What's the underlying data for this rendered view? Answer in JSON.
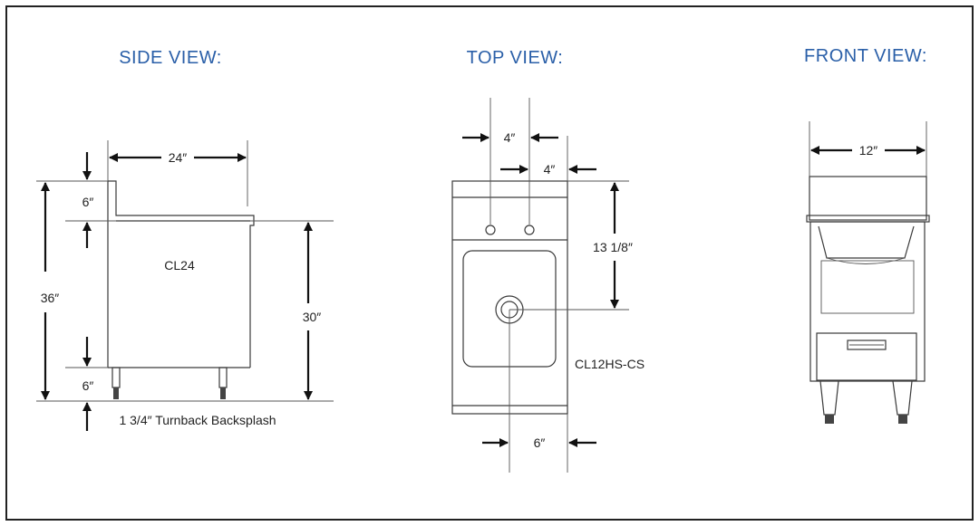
{
  "side_view": {
    "title": "SIDE VIEW:",
    "dim_depth": "24″",
    "dim_backsplash": "6″",
    "dim_overall_height": "36″",
    "dim_work_height": "30″",
    "dim_leg": "6″",
    "model": "CL24",
    "note": "1 3/4″ Turnback Backsplash"
  },
  "top_view": {
    "title": "TOP VIEW:",
    "dim_faucet_spacing": "4″",
    "dim_faucet_offset": "4″",
    "dim_drain_from_back": "13 1/8″",
    "dim_drain_from_side": "6″",
    "model": "CL12HS-CS"
  },
  "front_view": {
    "title": "FRONT VIEW:",
    "dim_width": "12″"
  }
}
